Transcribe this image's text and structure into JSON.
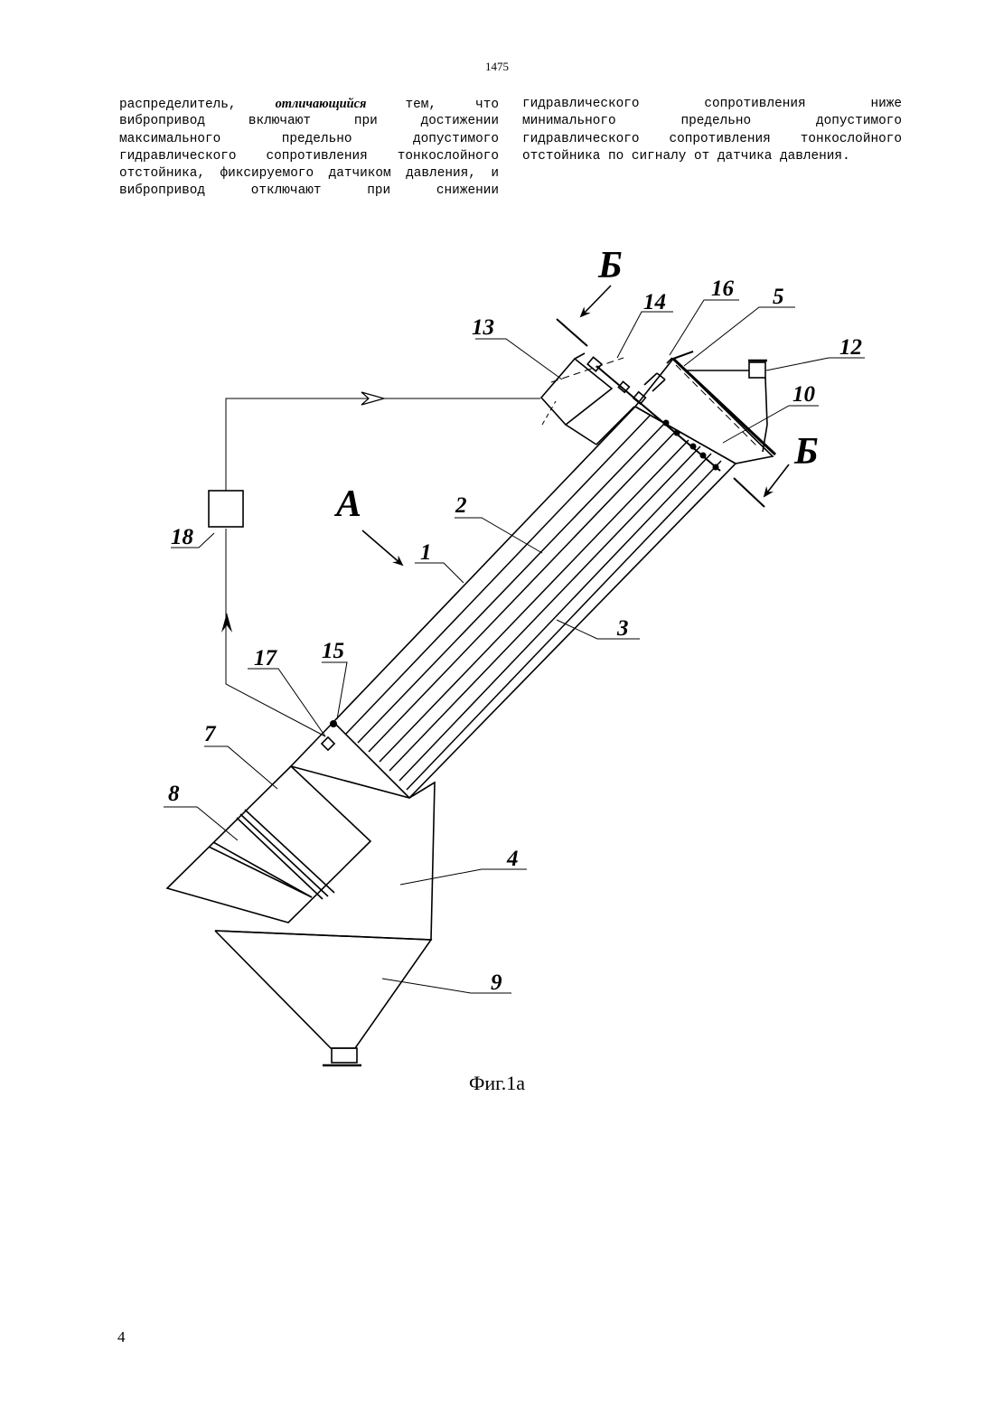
{
  "header": {
    "page_code": "1475"
  },
  "claim_text": {
    "left_column": {
      "line1_a": "распределитель,",
      "line1_emph": "отличающийся",
      "line1_b": "тем,",
      "line1_c": "что",
      "lines": [
        "вибропривод включают при достижении",
        "максимального предельно допустимого",
        "гидравлического сопротивления тонкослойного",
        "отстойника, фиксируемого датчиком давления, и",
        "вибропривод отключают при снижении"
      ]
    },
    "right_column": {
      "lines": [
        "гидравлического сопротивления ниже",
        "минимального предельно допустимого",
        "гидравлического сопротивления тонкослойного",
        "отстойника по сигналу от датчика давления."
      ]
    }
  },
  "figure": {
    "caption": "Фиг.1а",
    "view_labels": {
      "view_a": "А",
      "section_b_top": "Б",
      "section_b_right": "Б"
    },
    "part_labels": {
      "p1": "1",
      "p2": "2",
      "p3": "3",
      "p4": "4",
      "p5": "5",
      "p7": "7",
      "p8": "8",
      "p9": "9",
      "p10": "10",
      "p12": "12",
      "p13": "13",
      "p14": "14",
      "p15": "15",
      "p16": "16",
      "p17": "17",
      "p18": "18"
    }
  },
  "footer": {
    "page_number": "4"
  }
}
